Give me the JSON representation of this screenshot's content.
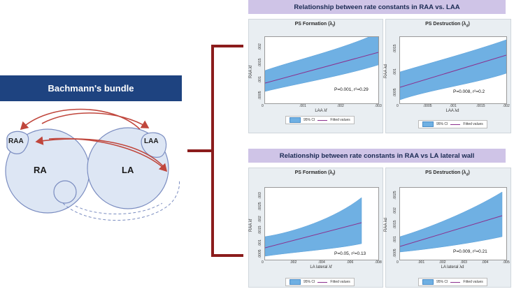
{
  "diagram": {
    "band_title": "Bachmann's bundle",
    "labels": {
      "raa": "RAA",
      "laa": "LAA",
      "ra": "RA",
      "la": "LA"
    },
    "colors": {
      "band": "#1e4380",
      "arrows": "#c0463c",
      "bracket": "#8b1c1c",
      "chambers_fill": "#dde6f4",
      "chambers_stroke": "#7a8cc0"
    }
  },
  "sections": [
    {
      "title": "Relationship between rate constants in RAA vs. LAA"
    },
    {
      "title": "Relationship between rate constants in RAA vs LA lateral wall"
    }
  ],
  "legend": {
    "ci": "95% CI",
    "fit": "Fitted values"
  },
  "panels": [
    {
      "title": "PS Formation (λ",
      "title_sub": "f",
      "title_end": ")",
      "xlabel": "LAA λf",
      "ylabel": "RAA λf",
      "xticks": [
        "0",
        ".001",
        ".002",
        ".003"
      ],
      "yticks": [
        ".0005",
        ".001",
        ".0015",
        ".002"
      ],
      "stat": "P=0.001, r²=0.29"
    },
    {
      "title": "PS Destruction (λ",
      "title_sub": "d",
      "title_end": ")",
      "xlabel": "LAA λd",
      "ylabel": "RAA λd",
      "xticks": [
        "0",
        ".0005",
        ".001",
        ".0015",
        ".002"
      ],
      "yticks": [
        ".0005",
        ".001",
        ".0015"
      ],
      "stat": "P=0.008, r²=0.2"
    },
    {
      "title": "PS Formation (λ",
      "title_sub": "f",
      "title_end": ")",
      "xlabel": "LA lateral λf",
      "ylabel": "RAA λf",
      "xticks": [
        "0",
        ".002",
        ".004",
        ".006",
        ".008"
      ],
      "yticks": [
        ".0005",
        ".001",
        ".0015",
        ".002",
        ".0025",
        ".003"
      ],
      "stat": "P=0.05, r²=0.13"
    },
    {
      "title": "PS Destruction (λ",
      "title_sub": "d",
      "title_end": ")",
      "xlabel": "LA lateral λd",
      "ylabel": "RAA λd",
      "xticks": [
        "0",
        ".001",
        ".002",
        ".003",
        ".004",
        ".005"
      ],
      "yticks": [
        ".0005",
        ".001",
        ".0015",
        ".002",
        ".0025"
      ],
      "stat": "P=0.009, r²=0.21"
    }
  ]
}
